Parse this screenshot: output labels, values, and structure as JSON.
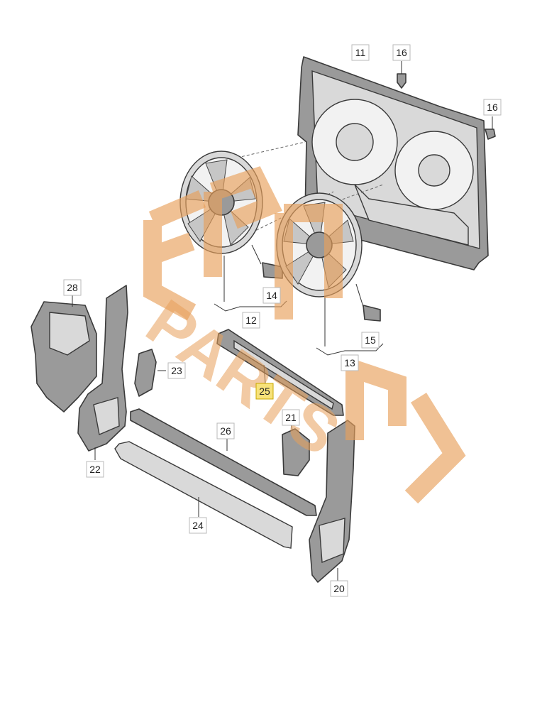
{
  "diagram": {
    "callouts": [
      {
        "id": "c11",
        "label": "11"
      },
      {
        "id": "c16a",
        "label": "16"
      },
      {
        "id": "c16b",
        "label": "16"
      },
      {
        "id": "c14",
        "label": "14"
      },
      {
        "id": "c12",
        "label": "12"
      },
      {
        "id": "c15",
        "label": "15"
      },
      {
        "id": "c13",
        "label": "13"
      },
      {
        "id": "c28",
        "label": "28"
      },
      {
        "id": "c23",
        "label": "23"
      },
      {
        "id": "c25",
        "label": "25",
        "highlight": true
      },
      {
        "id": "c21",
        "label": "21"
      },
      {
        "id": "c26",
        "label": "26"
      },
      {
        "id": "c22",
        "label": "22"
      },
      {
        "id": "c24",
        "label": "24"
      },
      {
        "id": "c20",
        "label": "20"
      }
    ],
    "highlight_color": "#f7e27a",
    "part_color": "#9a9a9a"
  },
  "watermark": {
    "text": "PARTS",
    "color": "#e8a05a"
  }
}
